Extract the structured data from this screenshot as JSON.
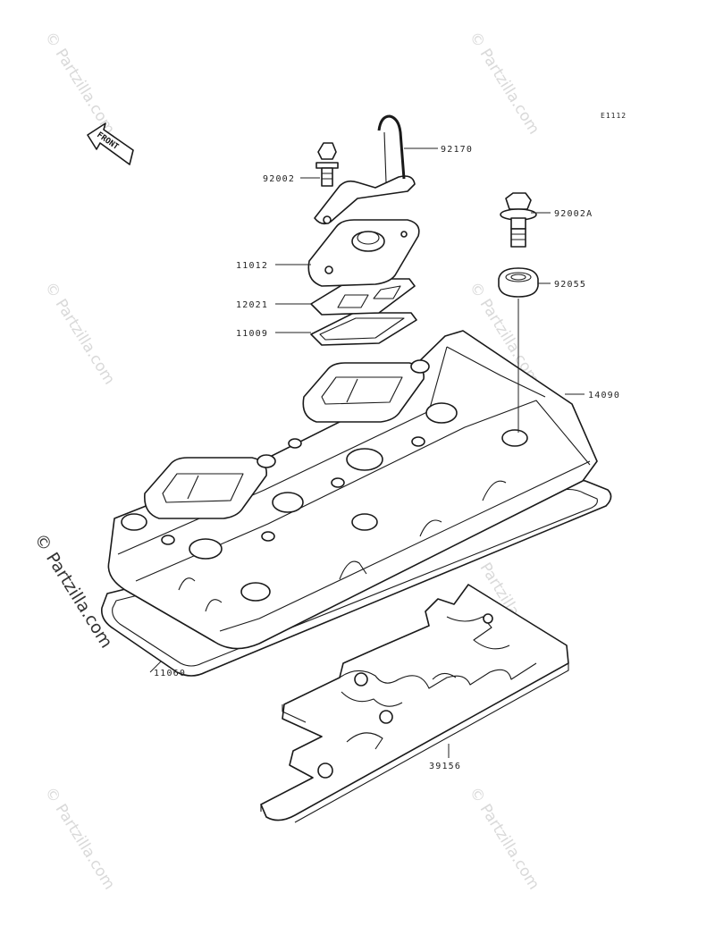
{
  "diagram_code": "E1112",
  "front_label": "FRONT",
  "watermarks": {
    "main": "© Partzilla.com",
    "faint": "© Partzilla.com"
  },
  "parts": [
    {
      "id": "part-92170",
      "number": "92170",
      "name": "loop-wire"
    },
    {
      "id": "part-92002",
      "number": "92002",
      "name": "bolt-small"
    },
    {
      "id": "part-92002a",
      "number": "92002A",
      "name": "bolt-flange"
    },
    {
      "id": "part-11012",
      "number": "11012",
      "name": "breather-cap"
    },
    {
      "id": "part-92055",
      "number": "92055",
      "name": "grommet"
    },
    {
      "id": "part-12021",
      "number": "12021",
      "name": "reed-plate"
    },
    {
      "id": "part-11009",
      "number": "11009",
      "name": "gasket-small"
    },
    {
      "id": "part-14090",
      "number": "14090",
      "name": "cylinder-head-cover"
    },
    {
      "id": "part-11060",
      "number": "11060",
      "name": "cover-gasket"
    },
    {
      "id": "part-39156",
      "number": "39156",
      "name": "heat-insulator-plate"
    }
  ]
}
